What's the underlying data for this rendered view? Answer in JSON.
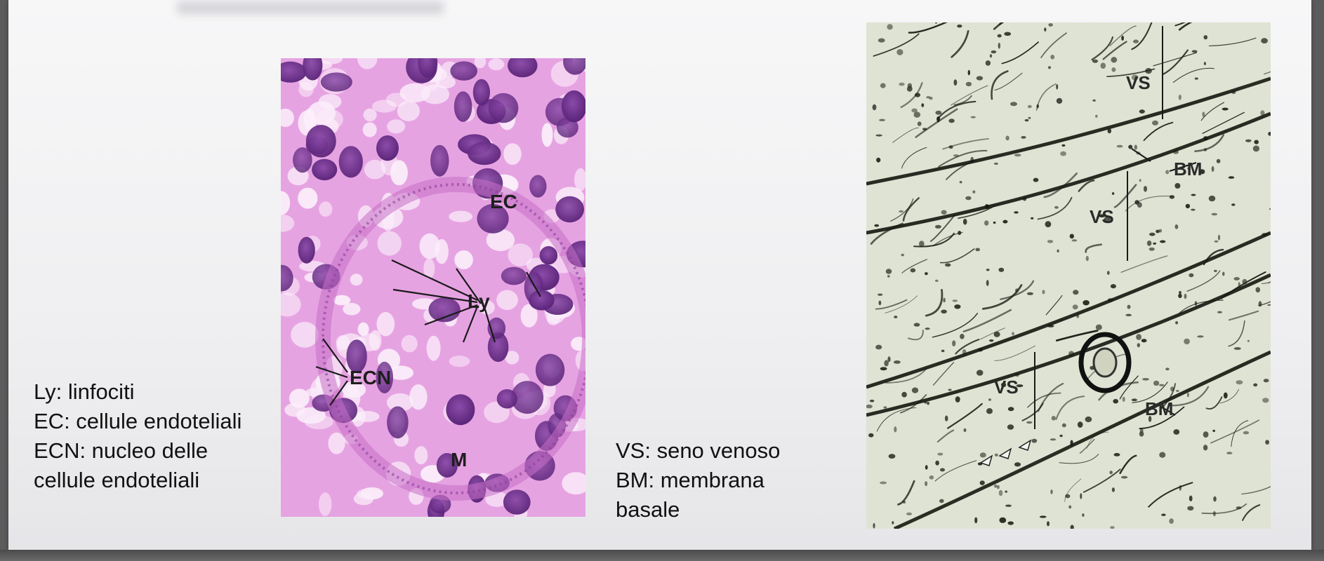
{
  "left_legend": {
    "lines": [
      "Ly: linfociti",
      "EC: cellule endoteliali",
      "ECN: nucleo delle",
      "cellule endoteliali"
    ]
  },
  "right_legend": {
    "lines": [
      "VS: seno venoso",
      "BM: membrana",
      "basale"
    ]
  },
  "micrograph_left": {
    "labels": {
      "ec": "EC",
      "ly": "Ly",
      "ecn": "ECN",
      "m": "M"
    }
  },
  "micrograph_right": {
    "labels": {
      "vs1": "VS",
      "vs2": "VS",
      "vs3": "VS",
      "bm1": "BM",
      "bm2": "BM"
    }
  },
  "colors": {
    "he_background": "#e9a9e4",
    "he_nucleus": "#6a2c8c",
    "silver_background": "#dfe3d2",
    "silver_fiber": "#1c1f16"
  }
}
